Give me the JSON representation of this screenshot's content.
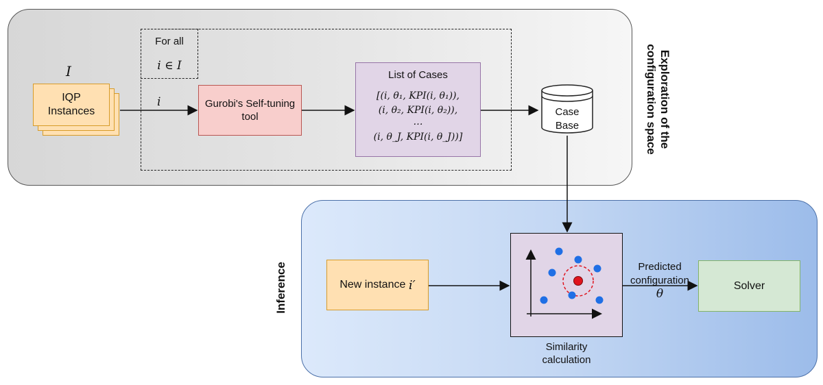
{
  "top_panel": {
    "set_symbol": "I",
    "instances_label": [
      "IQP",
      "Instances"
    ],
    "for_all": {
      "line1": "For all",
      "line2": "i ∈ I"
    },
    "edge_i": "i",
    "tuning_tool": [
      "Gurobi's Self-tuning",
      "tool"
    ],
    "list_of_cases": {
      "title": "List of Cases",
      "lines": [
        "[(i, θ₁, KPI(i, θ₁)),",
        "(i, θ₂, KPI(i, θ₂)),",
        "…",
        "(i, θ_J, KPI(i, θ_J))]"
      ]
    },
    "case_base": [
      "Case",
      "Base"
    ],
    "side_label": [
      "Exploration of the",
      "configuration space"
    ]
  },
  "bottom_panel": {
    "side_label": "Inference",
    "new_instance": {
      "text": "New instance",
      "symbol": "i′"
    },
    "similarity": [
      "Similarity",
      "calculation"
    ],
    "predicted": {
      "line1": "Predicted",
      "line2": "configuration",
      "symbol": "θ"
    },
    "solver": "Solver"
  },
  "colors": {
    "top_panel_bg": "#e0e0e0",
    "bottom_panel_bg": "#c3d7f3",
    "instances_fill": "#ffe0b2",
    "tool_fill": "#f8cecc",
    "cases_fill": "#e1d5e7",
    "solver_fill": "#d5e8d4",
    "neighbor_dot": "#1f6fe5",
    "query_dot": "#e0141e"
  }
}
